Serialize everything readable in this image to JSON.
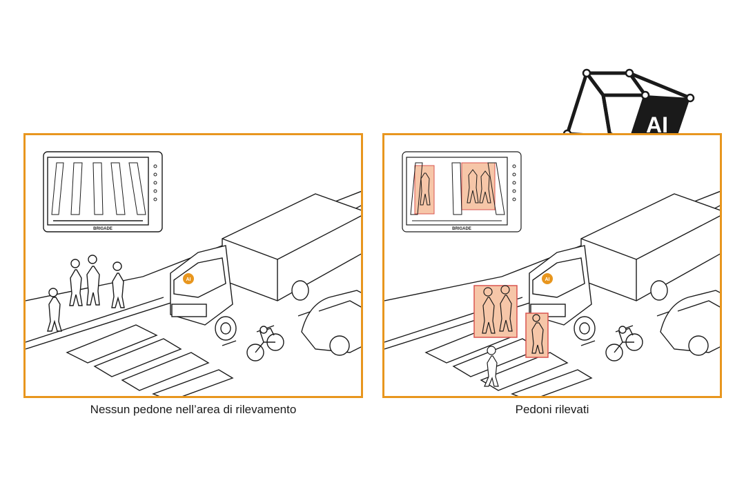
{
  "captions": {
    "left": "Nessun pedone nell’area di rilevamento",
    "right": "Pedoni rilevati"
  },
  "logo": {
    "ai_label": "AI",
    "monitor_brand": "BRIGADE",
    "camera_badge": "AI"
  },
  "colors": {
    "accent": "#e8961e",
    "detection_fill": "#f6c6a8",
    "detection_stroke": "#d9534f",
    "line": "#1a1a1a"
  }
}
